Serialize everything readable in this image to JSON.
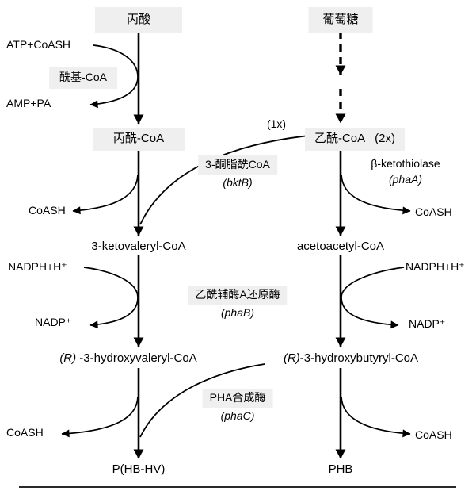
{
  "nodes": {
    "propionate": "丙酸",
    "glucose": "葡萄糖",
    "propionyl_coa": "丙酰-CoA",
    "acetyl_coa": "乙酰-CoA",
    "acetyl_multiplier": "(2x)",
    "acetyl_branch": "(1x)",
    "ketovaleryl_coa": "3-ketovaleryl-CoA",
    "acetoacetyl_coa": "acetoacetyl-CoA",
    "hydroxyvaleryl_coa": {
      "stereo": "(R)",
      "rest": " -3-hydroxyvaleryl-CoA"
    },
    "hydroxybutyryl_coa": {
      "stereo": "(R)",
      "rest": "-3-hydroxybutyryl-CoA"
    },
    "phb_hv": "P(HB-HV)",
    "phb": "PHB"
  },
  "enzymes": {
    "acyl_coa_synthetase": "酰基-CoA",
    "bktb": {
      "name": "3-酮脂酰CoA",
      "gene": "(bktB)"
    },
    "phaa": {
      "name": "β-ketothiolase",
      "gene": "(phaA)"
    },
    "phab": {
      "name": "乙酰辅酶A还原酶",
      "gene": "(phaB)"
    },
    "phac": {
      "name": "PHA合成酶",
      "gene": "(phaC)"
    }
  },
  "cofactors": {
    "atp_coash": "ATP+CoASH",
    "amp_pa": "AMP+PA",
    "coash": "CoASH",
    "nadph": "NADPH+H⁺",
    "nadp": "NADP⁺"
  },
  "colors": {
    "line": "#000000",
    "highlight": "#efefef",
    "background": "#ffffff"
  }
}
